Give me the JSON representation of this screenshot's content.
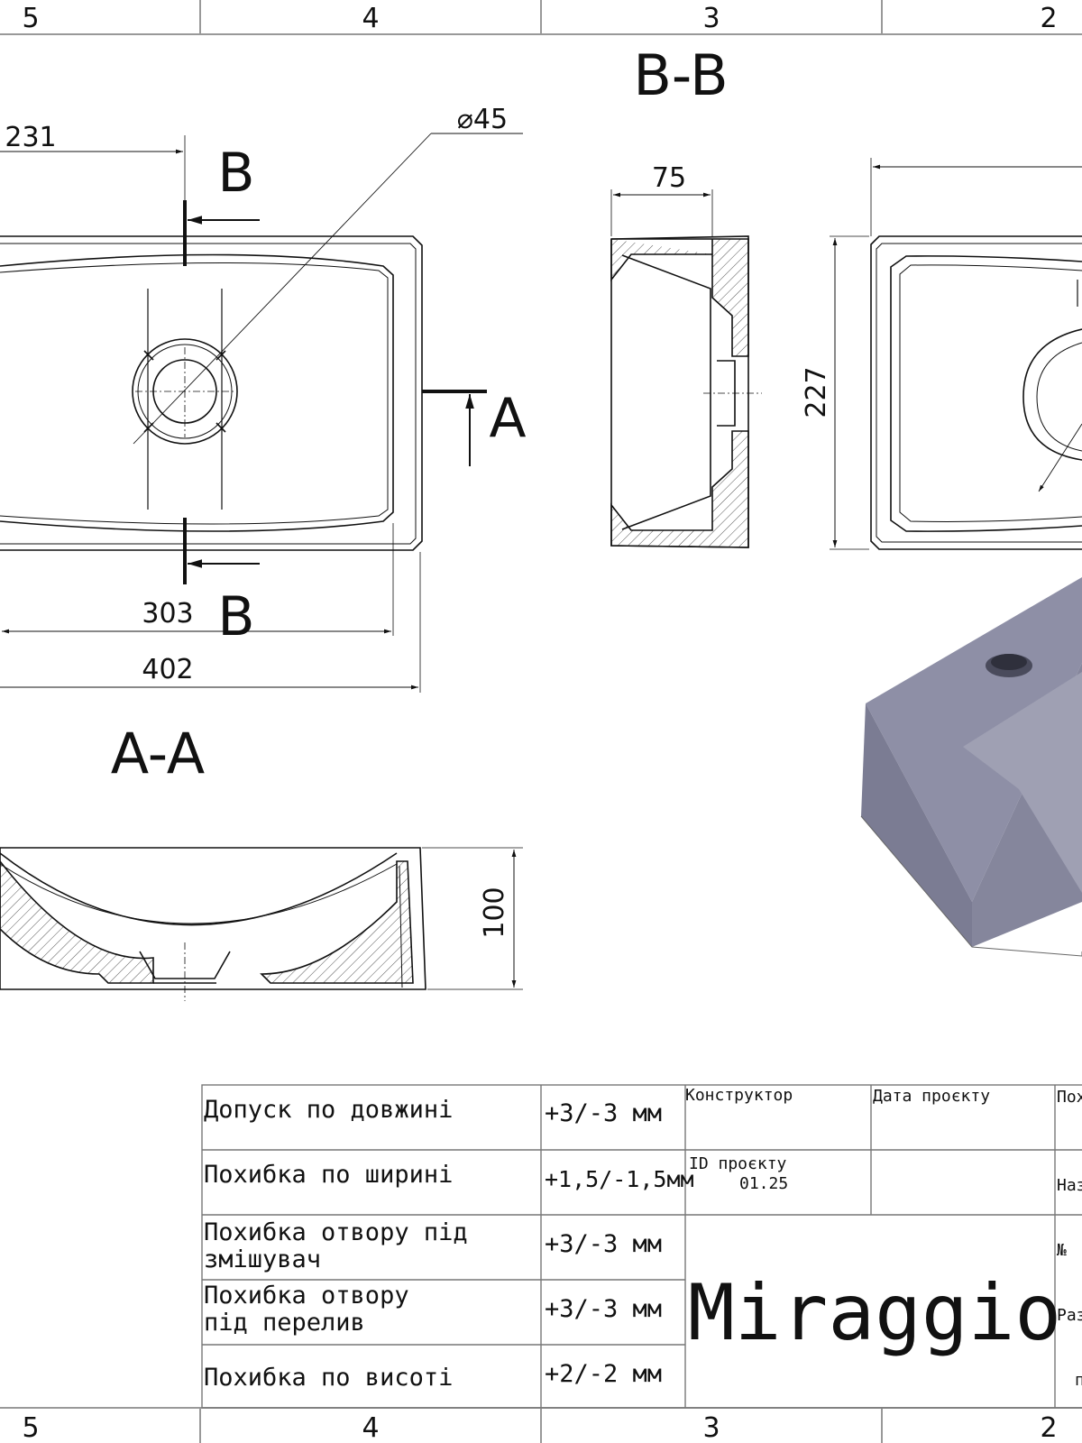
{
  "zones": {
    "top": [
      "5",
      "4",
      "3",
      "2"
    ],
    "bottom": [
      "5",
      "4",
      "3",
      "2"
    ]
  },
  "views": {
    "section_aa_title": "A-A",
    "section_bb_title": "B-B",
    "cut_label_b_top": "B",
    "cut_label_b_bottom": "B",
    "cut_label_a": "A"
  },
  "dimensions": {
    "d231": "231",
    "d303": "303",
    "d402": "402",
    "hole": "⌀45",
    "d75": "75",
    "d227": "227",
    "d100": "100"
  },
  "title_block": {
    "rows": [
      {
        "label": "Допуск по довжині",
        "value": "+3/-3 мм"
      },
      {
        "label": "Похибка по ширині",
        "value": "+1,5/-1,5мм"
      },
      {
        "label": "Похибка отвору під\nзмішувач",
        "value": "+3/-3 мм"
      },
      {
        "label": "Похибка отвору\nпід перелив",
        "value": "+3/-3 мм"
      },
      {
        "label": "Похибка по висоті",
        "value": "+2/-2 мм"
      }
    ],
    "designer_label": "Конструктор",
    "date_label": "Дата проєкту",
    "id_label": "ID проєкту",
    "id_value": "01.25",
    "brand": "Miraggio",
    "clip_1": "Пох",
    "clip_2": "Наз",
    "clip_3": "№",
    "clip_4": "Раз",
    "clip_5": "п"
  },
  "colors": {
    "line": "#111111",
    "hatch": "#555555",
    "render_top": "#8e8fa6",
    "render_side": "#7b7c93",
    "render_inner": "#9fa0b3"
  }
}
